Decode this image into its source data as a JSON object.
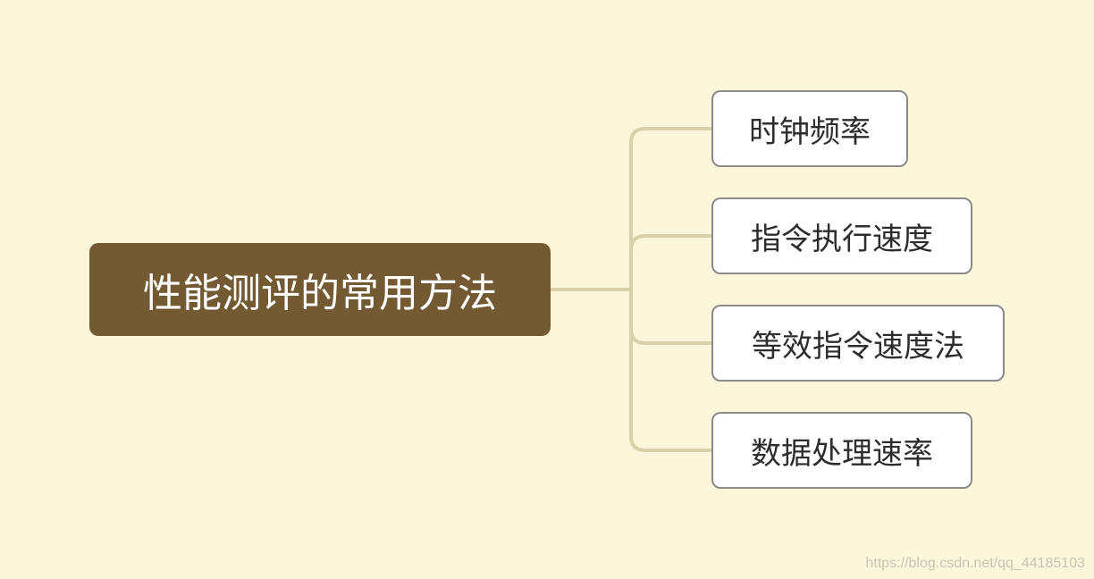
{
  "mindmap": {
    "central_topic": "性能测评的常用方法",
    "children": [
      {
        "label": "时钟频率"
      },
      {
        "label": "指令执行速度"
      },
      {
        "label": "等效指令速度法"
      },
      {
        "label": "数据处理速率"
      }
    ]
  },
  "watermark": "https://blog.csdn.net/qq_44185103",
  "colors": {
    "background": "#fcf7da",
    "central_fill": "#735a33",
    "central_text": "#ffffff",
    "node_fill": "#ffffff",
    "node_border": "#8b8b8b",
    "connector": "#d8d0a8"
  }
}
